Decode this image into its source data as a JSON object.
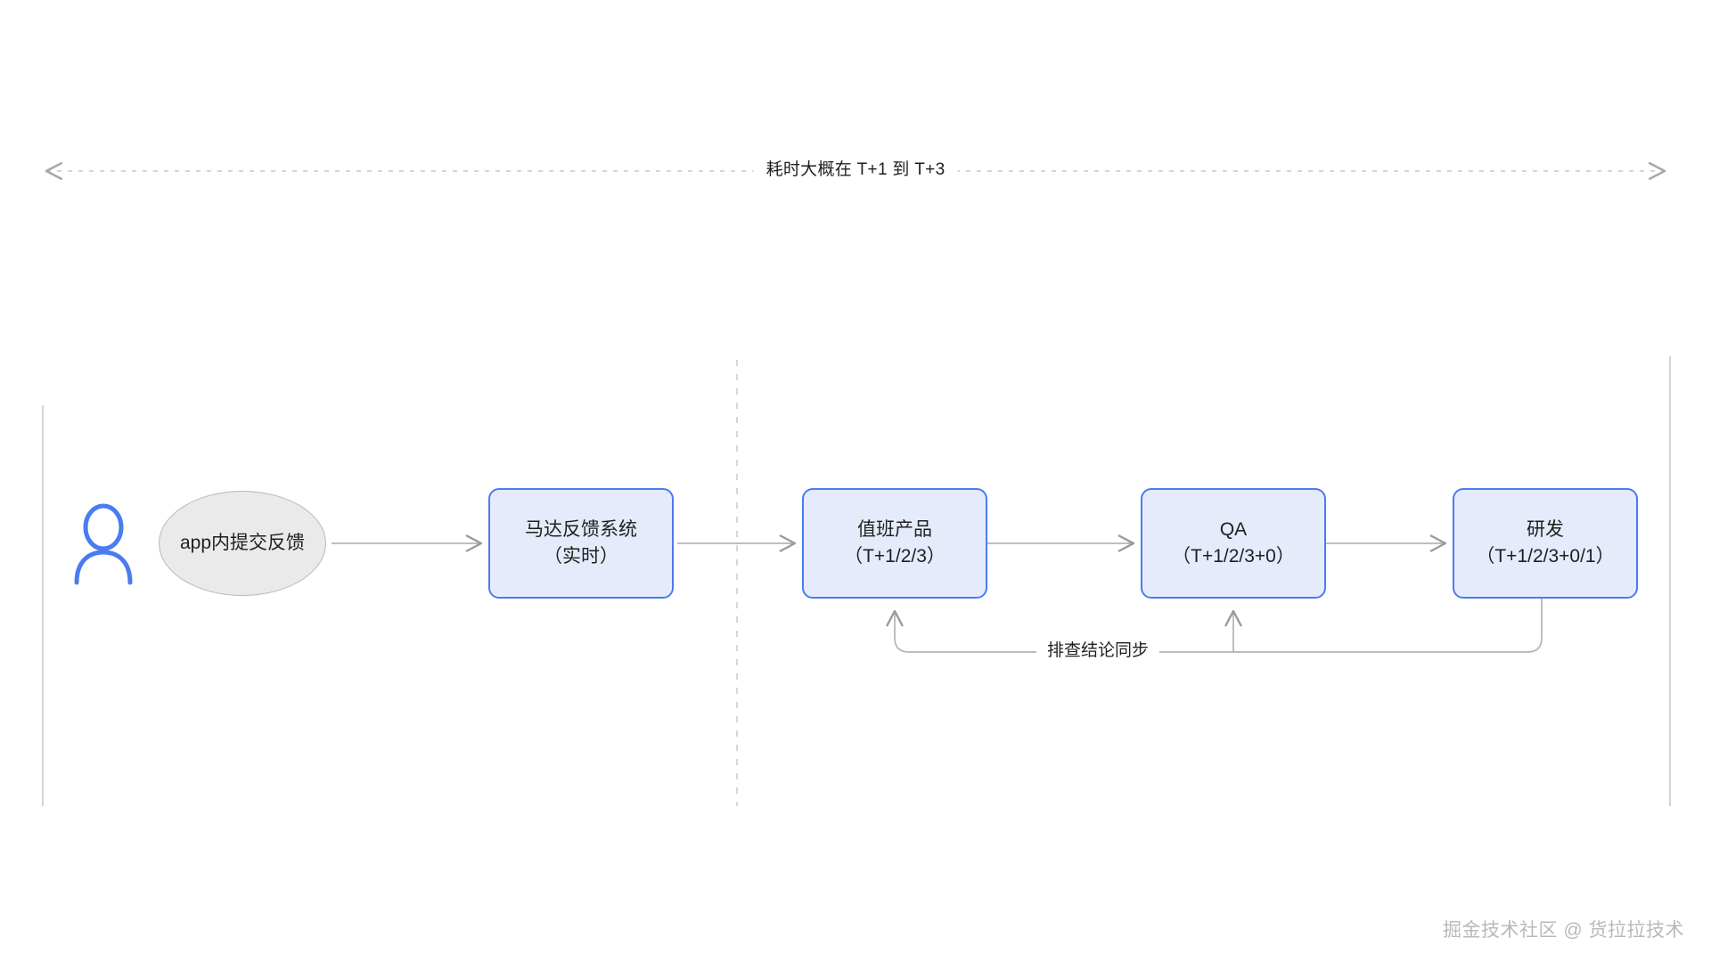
{
  "diagram": {
    "timeline": {
      "label": "耗时大概在 T+1 到 T+3",
      "arrow_left": "arrow-left-icon",
      "arrow_right": "arrow-right-icon"
    },
    "actor": {
      "icon": "user-icon",
      "color": "#4a7cf0"
    },
    "nodes": [
      {
        "id": "submit",
        "shape": "ellipse",
        "line1": "app内提交反馈",
        "line2": "",
        "fill": "#eaeaea",
        "stroke": "#b8b8b8"
      },
      {
        "id": "motor",
        "shape": "box",
        "line1": "马达反馈系统",
        "line2": "（实时）",
        "fill": "#e6ebfb",
        "stroke": "#4a7cf0"
      },
      {
        "id": "product",
        "shape": "box",
        "line1": "值班产品",
        "line2": "（T+1/2/3）",
        "fill": "#e6ebfb",
        "stroke": "#4a7cf0"
      },
      {
        "id": "qa",
        "shape": "box",
        "line1": "QA",
        "line2": "（T+1/2/3+0）",
        "fill": "#e6ebfb",
        "stroke": "#4a7cf0"
      },
      {
        "id": "dev",
        "shape": "box",
        "line1": "研发",
        "line2": "（T+1/2/3+0/1）",
        "fill": "#e6ebfb",
        "stroke": "#4a7cf0"
      }
    ],
    "feedback_loop": {
      "label": "排查结论同步",
      "targets": [
        "product",
        "qa"
      ],
      "source": "dev"
    },
    "lanes": [
      {
        "id": "lane-left",
        "style": "solid"
      },
      {
        "id": "lane-middle",
        "style": "dashed"
      },
      {
        "id": "lane-right",
        "style": "solid"
      }
    ]
  },
  "watermark": {
    "text": "掘金技术社区 @ 货拉拉技术"
  }
}
